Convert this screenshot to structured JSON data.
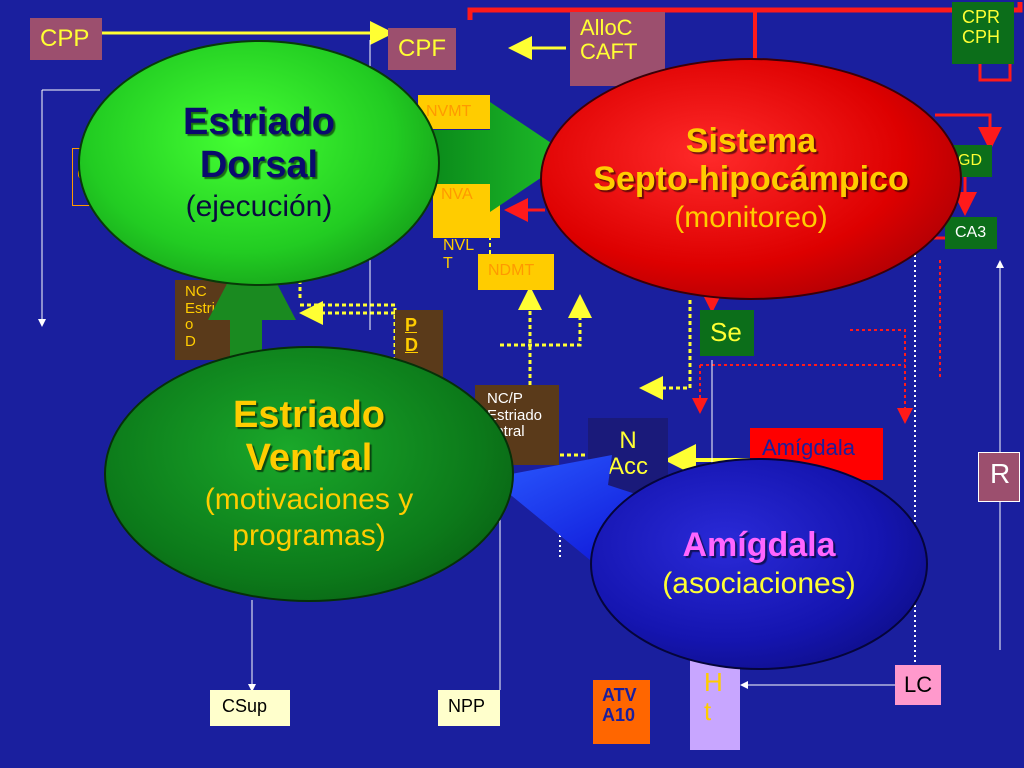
{
  "nodes": {
    "cpp": "CPP",
    "cpf": "CPF",
    "alloc": "AlloC\nCAFT",
    "cpr": "CPR\nCPH",
    "nvmt1": "NVMT",
    "nva": "NVA",
    "nvlt": "NVL\nT",
    "ndmt": "NDMT",
    "gd": "GD",
    "ca3": "CA3",
    "se": "Se",
    "pd": "P\nD",
    "nc_dorsal": "NC\nEstria\no\nD",
    "nc_ventral": "NC/P\nEstriado\nentral",
    "nacc": "N\nAcc",
    "amigdala_box": "Amígdala",
    "r": "R",
    "lc": "LC",
    "ht": "H\nt",
    "csup": "CSup",
    "npp": "NPP",
    "atv": "ATV\nA10",
    "left_box": "C"
  },
  "ovals": {
    "dorsal": {
      "title": "Estriado\nDorsal",
      "subtitle": "(ejecución)"
    },
    "septo": {
      "title": "Sistema\nSepto-hipocámpico",
      "subtitle": "(monitoreo)"
    },
    "ventral": {
      "title": "Estriado\nVentral",
      "subtitle": "(motivaciones y\nprogramas)"
    },
    "amigdala": {
      "title": "Amígdala",
      "subtitle": "(asociaciones)"
    }
  },
  "colors": {
    "background": "#1a1f9e",
    "box_mauve": "#9c4f6e",
    "box_yellow": "#ffcc00",
    "box_darkgreen": "#0c6e1a",
    "box_brown": "#5a3a1a",
    "box_red": "#ff0000",
    "box_pink": "#ff99cc",
    "box_lilac": "#c8a6ff",
    "box_orange": "#ff6600",
    "arrow_yellow": "#ffff33",
    "arrow_red": "#ff1a1a",
    "arrow_white": "#ffffff"
  }
}
